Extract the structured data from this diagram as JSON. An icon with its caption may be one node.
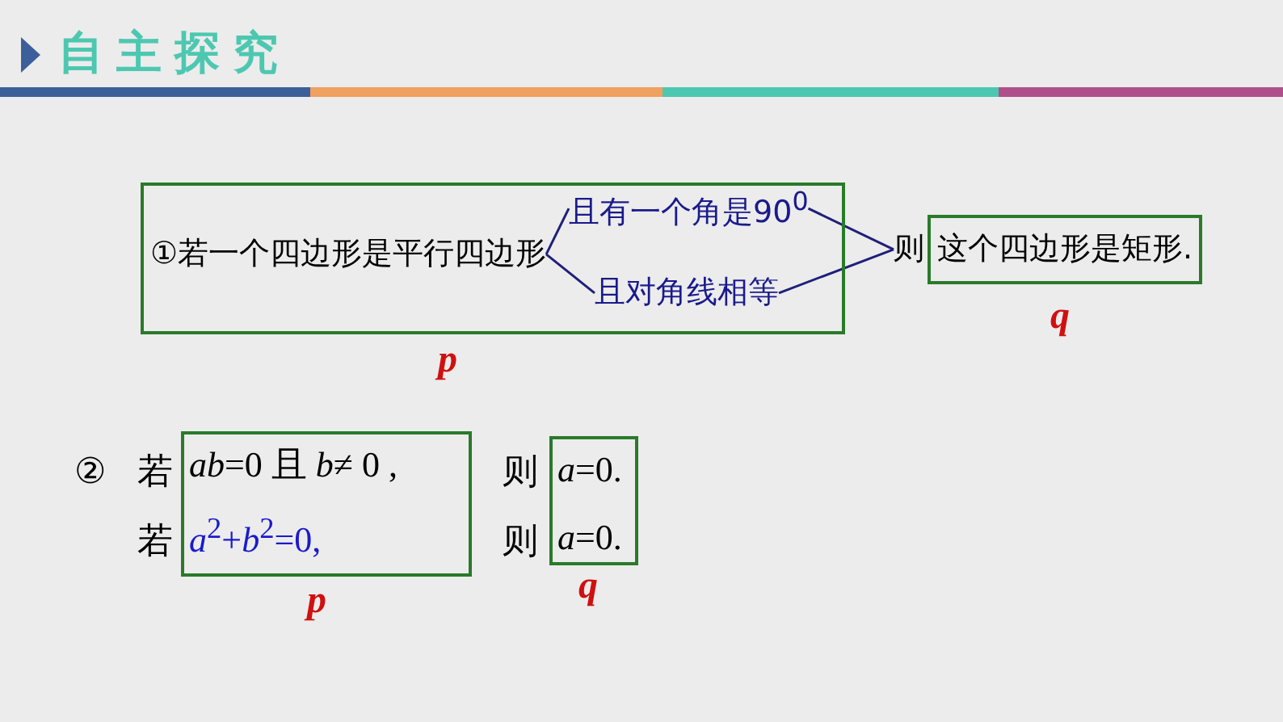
{
  "diagram": {
    "title": "自主探究",
    "nodes": [
      {
        "text": [],
        "shape": "box",
        "beside": [
          "p"
        ]
      },
      {
        "text": [
          "①若一个四边形是平行四边形"
        ],
        "in": 0
      },
      {
        "text": [
          "且有一个角是90$^{0}$"
        ],
        "in": 0
      },
      {
        "text": [
          "且对角线相等"
        ],
        "in": 0
      },
      {
        "text": [
          "则",
          "这个四边形是矩形."
        ],
        "beside": [
          "q"
        ]
      },
      {
        "text": [
          "*ab*=0 且 *b*≠ 0 ,",
          "*a*$^{2}$+*b*$^{2}$=0,"
        ],
        "beside": [
          "p"
        ]
      },
      {
        "text": [
          "*a*=0.",
          "*a*=0."
        ],
        "beside": [
          "q"
        ]
      }
    ],
    "edges": [
      {
        "from": 1,
        "to": 2,
        "arrow": "none"
      },
      {
        "from": 1,
        "to": 3,
        "arrow": "none"
      },
      {
        "from": 2,
        "to": 4,
        "arrow": "none"
      },
      {
        "from": 3,
        "to": 4,
        "arrow": "none"
      }
    ],
    "labels": [
      "②",
      "若",
      "则",
      "若",
      "则"
    ]
  }
}
